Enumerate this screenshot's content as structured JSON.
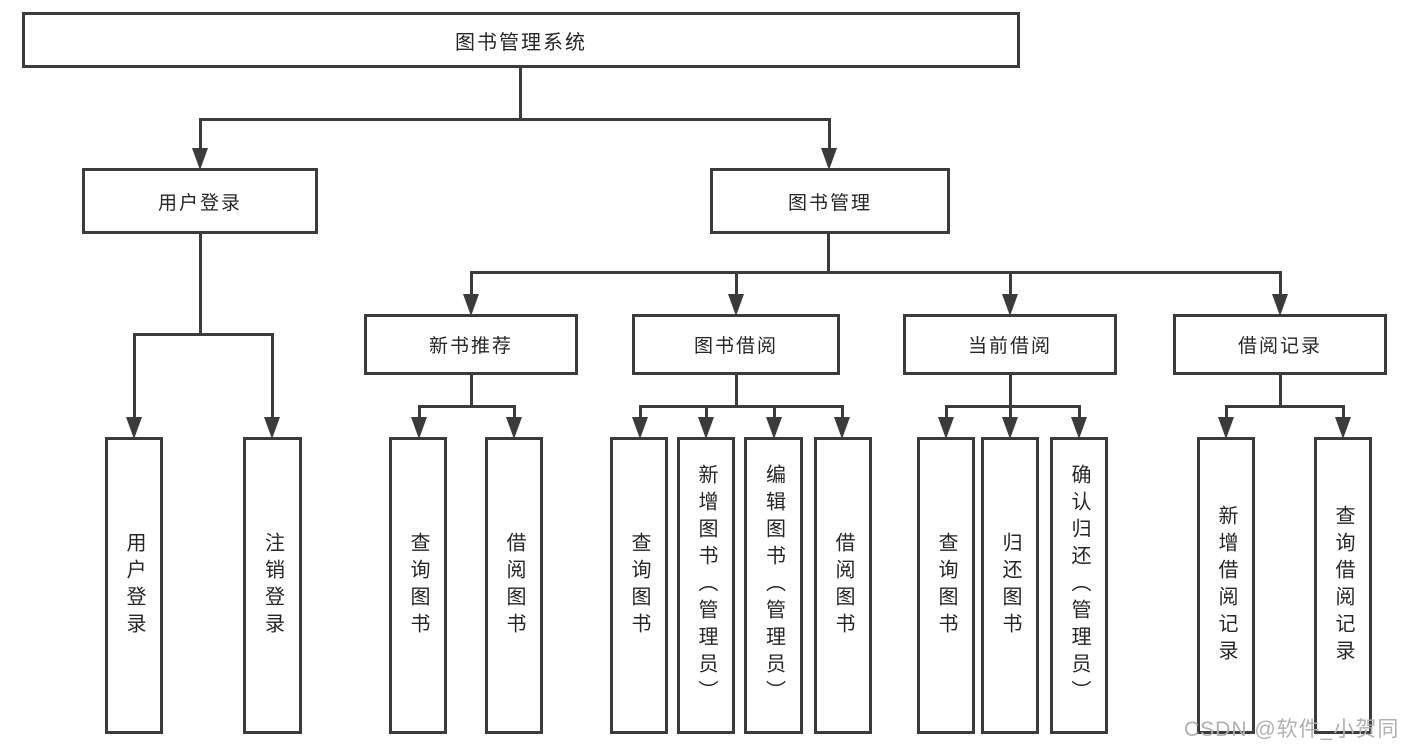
{
  "colors": {
    "line": "#3b3b3b",
    "text": "#262626",
    "background": "#ffffff",
    "watermark": "#b0b0b0"
  },
  "diagram": {
    "root": {
      "label": "图书管理系统"
    },
    "branches": [
      {
        "label": "用户登录",
        "children": [
          {
            "label": "用户登录"
          },
          {
            "label": "注销登录"
          }
        ]
      },
      {
        "label": "图书管理",
        "groups": [
          {
            "label": "新书推荐",
            "children": [
              {
                "label": "查询图书"
              },
              {
                "label": "借阅图书"
              }
            ]
          },
          {
            "label": "图书借阅",
            "children": [
              {
                "label": "查询图书"
              },
              {
                "label": "新增图书（管理员）"
              },
              {
                "label": "编辑图书（管理员）"
              },
              {
                "label": "借阅图书"
              }
            ]
          },
          {
            "label": "当前借阅",
            "children": [
              {
                "label": "查询图书"
              },
              {
                "label": "归还图书"
              },
              {
                "label": "确认归还（管理员）"
              }
            ]
          },
          {
            "label": "借阅记录",
            "children": [
              {
                "label": "新增借阅记录"
              },
              {
                "label": "查询借阅记录"
              }
            ]
          }
        ]
      }
    ]
  },
  "watermark": {
    "text": "CSDN @软件_小贺同学"
  }
}
